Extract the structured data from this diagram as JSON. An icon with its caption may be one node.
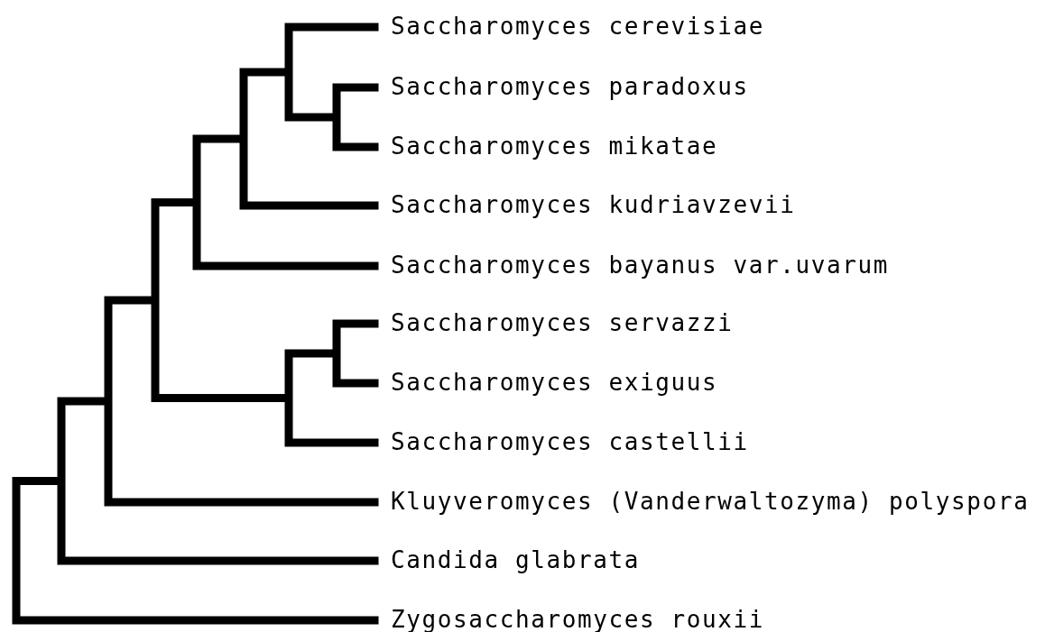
{
  "diagram": {
    "labels": [
      "Saccharomyces cerevisiae",
      "Saccharomyces paradoxus",
      "Saccharomyces mikatae",
      "Saccharomyces kudriavzevii",
      "Saccharomyces bayanus var.uvarum",
      "Saccharomyces servazzi",
      "Saccharomyces exiguus",
      "Saccharomyces castellii",
      "Kluyveromyces (Vanderwaltozyma) polyspora",
      "Candida glabrata",
      "Zygosaccharomyces rouxii"
    ]
  }
}
